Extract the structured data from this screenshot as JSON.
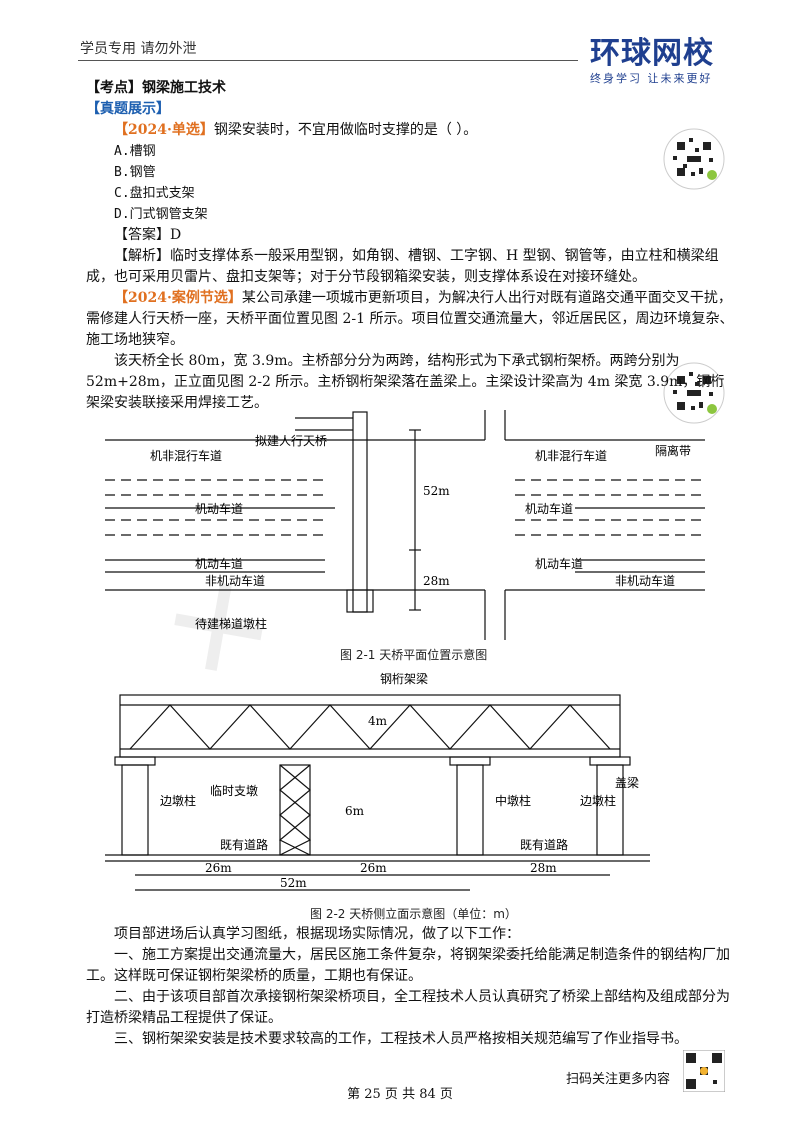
{
  "header": {
    "left_text": "学员专用  请勿外泄",
    "logo_main": "环球网校",
    "logo_sub": "终身学习 让未来更好"
  },
  "content": {
    "topic": "【考点】钢梁施工技术",
    "section": "【真题展示】",
    "q1_tag": "【2024·单选】",
    "q1_text": "钢梁安装时，不宜用做临时支撑的是（    ）。",
    "options": [
      "A.槽钢",
      "B.钢管",
      "C.盘扣式支架",
      "D.门式钢管支架"
    ],
    "answer": "【答案】D",
    "analysis": "【解析】临时支撑体系一般采用型钢，如角钢、槽钢、工字钢、H 型钢、钢管等，由立柱和横梁组成，也可采用贝雷片、盘扣支架等；对于分节段钢箱梁安装，则支撑体系设在对接环缝处。",
    "case_tag": "【2024·案例节选】",
    "case_text": "某公司承建一项城市更新项目，为解决行人出行对既有道路交通平面交叉干扰，需修建人行天桥一座，天桥平面位置见图 2-1 所示。项目位置交通流量大，邻近居民区，周边环境复杂、施工场地狭窄。",
    "para2": "该天桥全长 80m，宽 3.9m。主桥部分分为两跨，结构形式为下承式钢桁架桥。两跨分别为 52m+28m，正立面见图 2-2 所示。主桥钢桁架梁落在盖梁上。主梁设计梁高为 4m 梁宽 3.9m，钢桁架梁安装联接采用焊接工艺。",
    "para3": "项目部进场后认真学习图纸，根据现场实际情况，做了以下工作：",
    "item1": "一、施工方案提出交通流量大，居民区施工条件复杂，将钢架梁委托给能满足制造条件的钢结构厂加工。这样既可保证钢桁架梁桥的质量，工期也有保证。",
    "item2": "二、由于该项目部首次承接钢桁架梁桥项目，全工程技术人员认真研究了桥梁上部结构及组成部分为打造桥梁精品工程提供了保证。",
    "item3": "三、钢桁架梁安装是技术要求较高的工作，工程技术人员严格按相关规范编写了作业指导书。"
  },
  "figure1": {
    "caption": "图 2-1  天桥平面位置示意图",
    "labels": {
      "new_bridge": "拟建人行天桥",
      "mixed_lane_left": "机非混行车道",
      "mixed_lane_right": "机非混行车道",
      "isolation": "隔离带",
      "motor_left_1": "机动车道",
      "motor_left_2": "机动车道",
      "motor_right_1": "机动车道",
      "motor_right_2": "机动车道",
      "nonmotor_left": "非机动车道",
      "nonmotor_right": "非机动车道",
      "ramp_pier": "待建梯道墩柱",
      "dim_52": "52m",
      "dim_28": "28m"
    }
  },
  "figure2": {
    "caption": "图 2-2  天桥侧立面示意图（单位：m）",
    "labels": {
      "truss": "钢桁架梁",
      "height_4": "4m",
      "temp_support": "临时支墩",
      "height_6": "6m",
      "cap_beam": "盖梁",
      "side_pier_left": "边墩柱",
      "mid_pier": "中墩柱",
      "side_pier_right": "边墩柱",
      "road_left": "既有道路",
      "road_right": "既有道路",
      "span_26a": "26m",
      "span_26b": "26m",
      "span_28": "28m",
      "span_52": "52m"
    }
  },
  "footer": {
    "page": "第 25 页 共 84 页",
    "scan": "扫码关注更多内容"
  }
}
